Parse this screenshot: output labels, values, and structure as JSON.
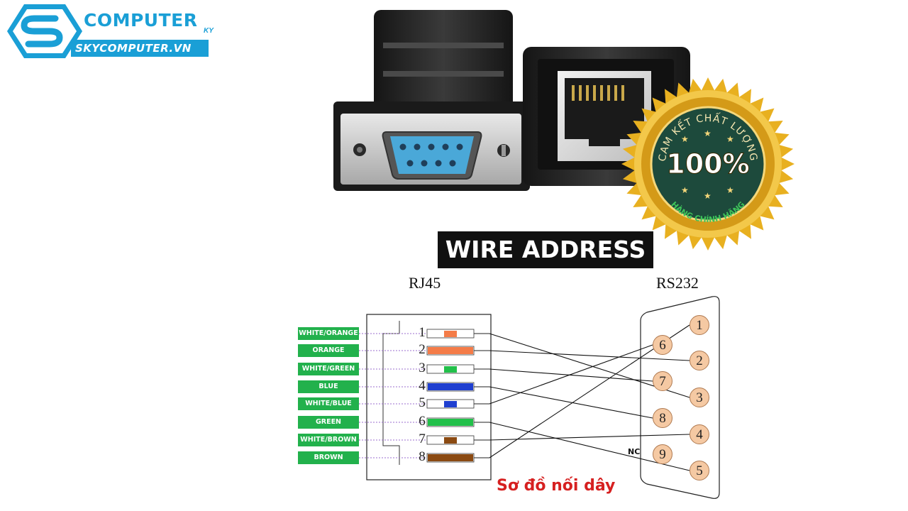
{
  "logo": {
    "brand": "COMPUTER",
    "suffix": "KY",
    "website": "SKYCOMPUTER.VN",
    "color": "#1a9fd6"
  },
  "seal": {
    "top_text": "CAM KẾT CHẤT LƯỢNG",
    "percent": "100%",
    "bottom_text": "HÀNG CHÍNH HÃNG",
    "gold": "#e8b020",
    "inner": "#1d4a3c"
  },
  "diagram": {
    "title": "WIRE ADDRESS",
    "rj45_header": "RJ45",
    "rs232_header": "RS232",
    "caption": "Sơ đồ nối dây",
    "nc_label": "NC",
    "rj45_pins": [
      {
        "num": "1",
        "label": "WHITE/ORANGE",
        "color": "#f47c48",
        "striped": true
      },
      {
        "num": "2",
        "label": "ORANGE",
        "color": "#f47c48",
        "striped": false
      },
      {
        "num": "3",
        "label": "WHITE/GREEN",
        "color": "#22c04a",
        "striped": true
      },
      {
        "num": "4",
        "label": "BLUE",
        "color": "#1f3fd0",
        "striped": false
      },
      {
        "num": "5",
        "label": "WHITE/BLUE",
        "color": "#1f3fd0",
        "striped": true
      },
      {
        "num": "6",
        "label": "GREEN",
        "color": "#22c04a",
        "striped": false
      },
      {
        "num": "7",
        "label": "WHITE/BROWN",
        "color": "#8b4a12",
        "striped": true
      },
      {
        "num": "8",
        "label": "BROWN",
        "color": "#8b4a12",
        "striped": false
      }
    ],
    "db9_pins": [
      "1",
      "6",
      "2",
      "7",
      "3",
      "8",
      "4",
      "9",
      "5"
    ],
    "connections": [
      {
        "rj45": "1",
        "db9": "3"
      },
      {
        "rj45": "2",
        "db9": "2"
      },
      {
        "rj45": "3",
        "db9": "7"
      },
      {
        "rj45": "4",
        "db9": "8"
      },
      {
        "rj45": "5",
        "db9": "6"
      },
      {
        "rj45": "6",
        "db9": "5"
      },
      {
        "rj45": "7",
        "db9": "4"
      },
      {
        "rj45": "8",
        "db9": "1"
      }
    ]
  }
}
